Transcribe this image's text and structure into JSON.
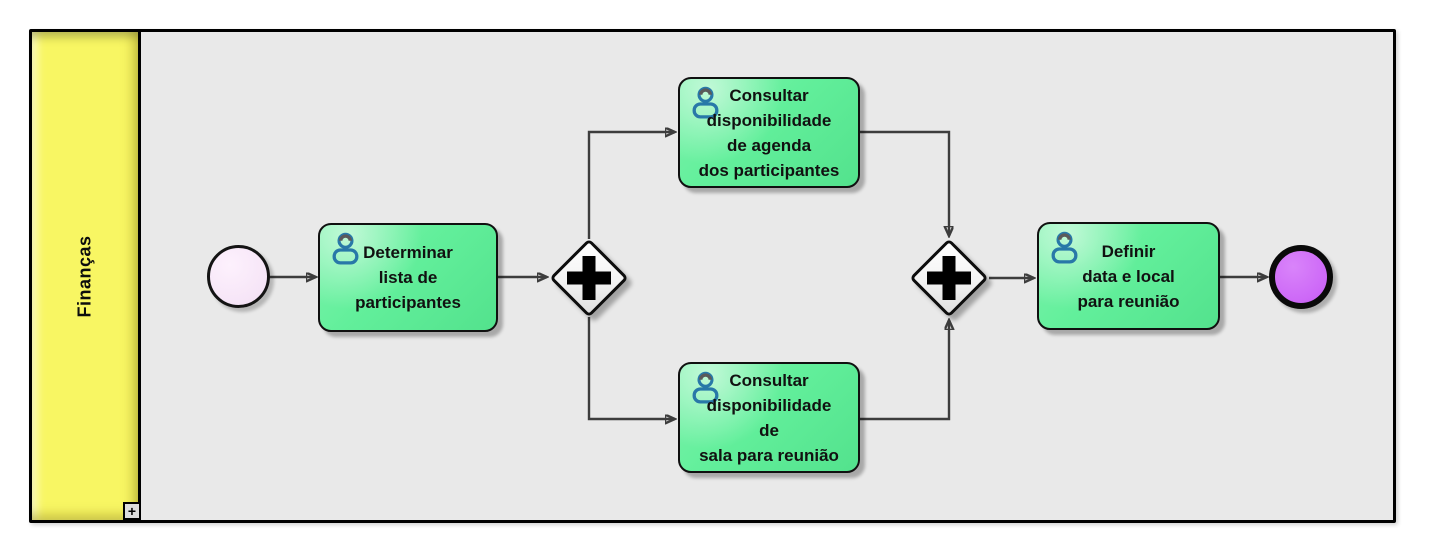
{
  "pool": {
    "lane_label": "Finanças",
    "expand_button_glyph": "+"
  },
  "elements": {
    "start_event": {
      "type": "start-event",
      "fill": "#F7E7F7"
    },
    "end_event": {
      "type": "end-event",
      "fill": "#CD68F7"
    },
    "tasks": [
      {
        "icon": "user-icon",
        "lines": [
          "Determinar",
          "lista de",
          "participantes"
        ]
      },
      {
        "icon": "user-icon",
        "lines": [
          "Consultar",
          "disponibilidade",
          "de agenda",
          "dos participantes"
        ]
      },
      {
        "icon": "user-icon",
        "lines": [
          "Consultar",
          "disponibilidade",
          "de",
          "sala para reunião"
        ]
      },
      {
        "icon": "user-icon",
        "lines": [
          "Definir",
          "data e local",
          "para reunião"
        ]
      }
    ],
    "gateways": [
      {
        "type": "parallel",
        "icon": "plus-icon"
      },
      {
        "type": "parallel",
        "icon": "plus-icon"
      }
    ]
  },
  "colors": {
    "canvas": "#E9E9E9",
    "lane_fill": "#F8F663",
    "task_fill": "#62EF9B",
    "task_border": "#101010",
    "gateway_fill": "#FFFFFF",
    "start_fill": "#F7E7F7",
    "end_fill": "#CD68F7",
    "connector": "#3D3D3D",
    "text": "#111111"
  }
}
